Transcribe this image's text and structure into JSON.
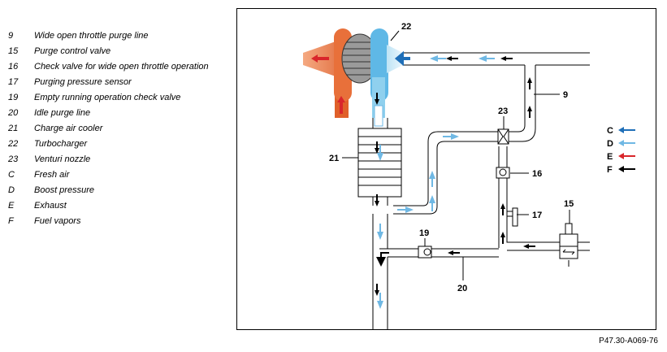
{
  "legend": [
    {
      "code": "9",
      "text": "Wide open throttle purge line"
    },
    {
      "code": "15",
      "text": "Purge control valve"
    },
    {
      "code": "16",
      "text": "Check valve for wide open throttle operation"
    },
    {
      "code": "17",
      "text": "Purging pressure sensor"
    },
    {
      "code": "19",
      "text": "Empty running operation check valve"
    },
    {
      "code": "20",
      "text": "Idle purge line"
    },
    {
      "code": "21",
      "text": "Charge air cooler"
    },
    {
      "code": "22",
      "text": "Turbocharger"
    },
    {
      "code": "23",
      "text": "Venturi nozzle"
    },
    {
      "code": "C",
      "text": "Fresh air"
    },
    {
      "code": "D",
      "text": "Boost pressure"
    },
    {
      "code": "E",
      "text": "Exhaust"
    },
    {
      "code": "F",
      "text": "Fuel vapors"
    }
  ],
  "diagram": {
    "labels": {
      "n9": "9",
      "n15": "15",
      "n16": "16",
      "n17": "17",
      "n19": "19",
      "n20": "20",
      "n21": "21",
      "n22": "22",
      "n23": "23"
    },
    "key": [
      {
        "letter": "C",
        "color": "#1f6fb8"
      },
      {
        "letter": "D",
        "color": "#6fb8e4"
      },
      {
        "letter": "E",
        "color": "#d9262b"
      },
      {
        "letter": "F",
        "color": "#000000"
      }
    ]
  },
  "reference": "P47.30-A069-76"
}
